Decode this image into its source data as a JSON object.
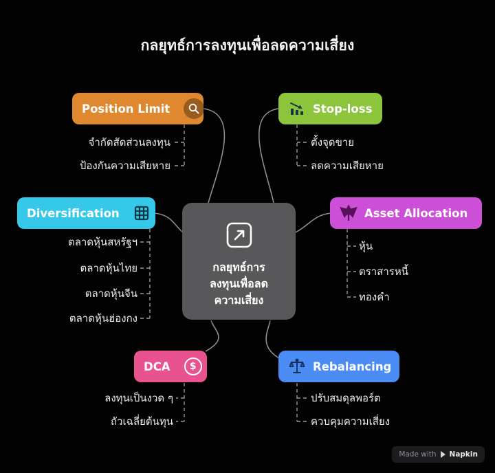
{
  "title": "กลยุทธ์การลงทุนเพื่อลดความเสี่ยง",
  "center": {
    "lines": [
      "กลยุทธ์การ",
      "ลงทุนเพื่อลด",
      "ความเสี่ยง"
    ],
    "icon": "expand-arrow-icon",
    "color": "#58585A"
  },
  "branches": [
    {
      "id": "position-limit",
      "label": "Position Limit",
      "color": "#E0882F",
      "icon": "chart-magnifier-icon",
      "children": [
        "จำกัดสัดส่วนลงทุน",
        "ป้องกันความเสียหาย"
      ]
    },
    {
      "id": "stop-loss",
      "label": "Stop-loss",
      "color": "#8CC43C",
      "icon": "declining-bars-icon",
      "children": [
        "ตั้งจุดขาย",
        "ลดความเสียหาย"
      ]
    },
    {
      "id": "diversification",
      "label": "Diversification",
      "color": "#35C8E8",
      "icon": "grid-table-icon",
      "children": [
        "ตลาดหุ้นสหรัฐฯ",
        "ตลาดหุ้นไทย",
        "ตลาดหุ้นจีน",
        "ตลาดหุ้นฮ่องกง"
      ]
    },
    {
      "id": "asset-allocation",
      "label": "Asset Allocation",
      "color": "#CC4FD8",
      "icon": "split-arrows-icon",
      "children": [
        "หุ้น",
        "ตราสารหนี้",
        "ทองคำ"
      ]
    },
    {
      "id": "dca",
      "label": "DCA",
      "color": "#E8538F",
      "icon": "dollar-circle-icon",
      "children": [
        "ลงทุนเป็นงวด ๆ",
        "ถัวเฉลี่ยต้นทุน"
      ]
    },
    {
      "id": "rebalancing",
      "label": "Rebalancing",
      "color": "#4A8CF4",
      "icon": "balance-scale-icon",
      "children": [
        "ปรับสมดุลพอร์ต",
        "ควบคุมความเสี่ยง"
      ]
    }
  ],
  "connector_color": "#8f8f8f",
  "background_color": "#020202",
  "watermark": {
    "prefix": "Made with",
    "brand": "Napkin"
  }
}
